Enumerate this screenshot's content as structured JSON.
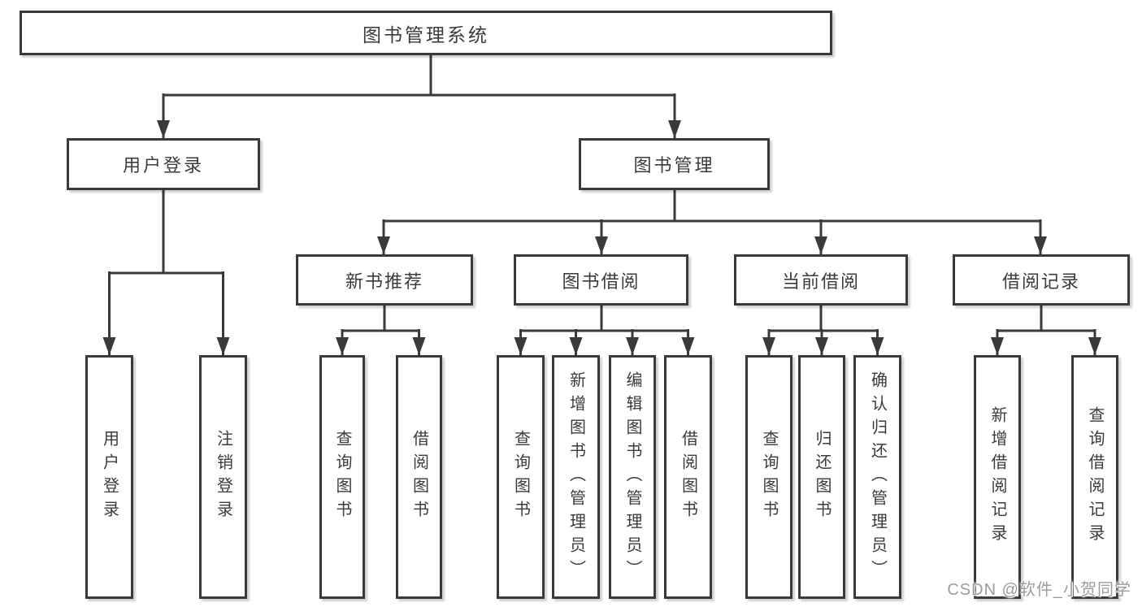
{
  "colors": {
    "line": "#3a3a3a",
    "box_border": "#3a3a3a",
    "text": "#3b3b3b",
    "background": "#ffffff",
    "watermark": "#9c9c9c"
  },
  "diagram": {
    "type": "tree",
    "root": {
      "label": "图书管理系统"
    },
    "level2": [
      {
        "label": "用户登录",
        "parent": "图书管理系统"
      },
      {
        "label": "图书管理",
        "parent": "图书管理系统"
      }
    ],
    "level3": [
      {
        "label": "新书推荐",
        "parent": "图书管理"
      },
      {
        "label": "图书借阅",
        "parent": "图书管理"
      },
      {
        "label": "当前借阅",
        "parent": "图书管理"
      },
      {
        "label": "借阅记录",
        "parent": "图书管理"
      }
    ],
    "leaves": [
      {
        "label": "用户登录",
        "parent": "用户登录"
      },
      {
        "label": "注销登录",
        "parent": "用户登录"
      },
      {
        "label": "查询图书",
        "parent": "新书推荐"
      },
      {
        "label": "借阅图书",
        "parent": "新书推荐"
      },
      {
        "label": "查询图书",
        "parent": "图书借阅"
      },
      {
        "label": "新增图书（管理员）",
        "parent": "图书借阅"
      },
      {
        "label": "编辑图书（管理员）",
        "parent": "图书借阅"
      },
      {
        "label": "借阅图书",
        "parent": "图书借阅"
      },
      {
        "label": "查询图书",
        "parent": "当前借阅"
      },
      {
        "label": "归还图书",
        "parent": "当前借阅"
      },
      {
        "label": "确认归还（管理员）",
        "parent": "当前借阅"
      },
      {
        "label": "新增借阅记录",
        "parent": "借阅记录"
      },
      {
        "label": "查询借阅记录",
        "parent": "借阅记录"
      }
    ]
  },
  "watermark": {
    "text": "CSDN @软件_小贺同学"
  }
}
